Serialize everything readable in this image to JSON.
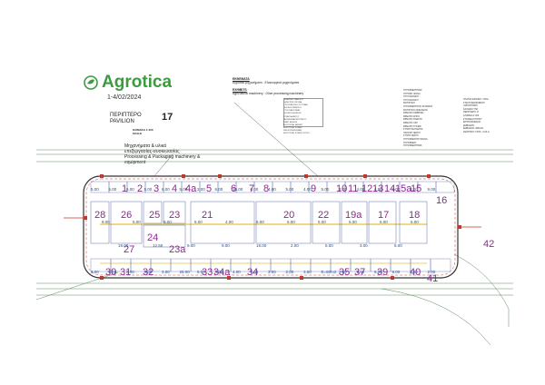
{
  "brand": {
    "name": "Agrotica",
    "date": "1-4/02/2024",
    "color": "#3a9b3f"
  },
  "pavilion": {
    "label_gr": "ΠΕΡΙΠΤΕΡΟ",
    "label_en": "PAVILION",
    "number": "17",
    "scale_gr": "ΚΛΙΜΑΚΑ 1:400",
    "scale_en": "SCALE",
    "desc_gr_1": "Μηχανήματα & υλικά",
    "desc_gr_2": "επεξεργασίας-συσκευασίας",
    "desc_en": "Processing & Packaging machinery & equipment"
  },
  "exhibits": {
    "heading_gr": "ΕΚΘΕΜΑΤΑ",
    "line_gr": "Αγροτικά μηχανήματα - Ελαιουργικά μηχανήματα",
    "heading_en": "EXHIBITS",
    "line_en": "Agricultural machinery - Olive processing machinery"
  },
  "legend_mid": [
    "ΕΝΔΕΙΞΕΙΣ ΠΑΒΙΛΙΟΝ",
    "ΗΛΕΚΤΡΙΚΟ ΡΕΥΜΑ",
    "ΠΥΡΟΣΒΕΣΤΙΚΟ ΣΥΣΤΗΜΑ",
    "ΕΞΟΔΟΣ ΚΙΝΔΥΝΟΥ",
    "ΠΥΡΟΣΒΕΣΤΗΡΑΣ",
    "ΕΞΟΔΟΣ ΕΚΘΕΤΩΝ"
  ],
  "legend_mid2": [
    "ΣΥΜΒΟΛΑ ΕΝΤΟΣ",
    "ΠΕΡΙΦΕΡΕΙΑ ΠΕΡΙΠΤΕΡΟΥ",
    "ΣΤΑΝΤ ΕΚΘΕΤΗ",
    "ELECTRICAL FEEDER",
    "ELECTRICAL POWER",
    "FIRE EXTINGUISHER",
    "ELECTRICAL POWER OUTLET"
  ],
  "legend_right": [
    "ΠΥΡΟΣΒΕΣΤΗΡΑΣ",
    "ΠΥΡΟΣΒ. ΦΩΛΙΑ",
    "ΠΥΛΗ ΕΙΣΟΔΟΥ",
    "ΠΥΛΗ ΕΞΟΔΟΥ",
    "ΦΩΤΙΣΤΙΚΟ",
    "ΠΥΡΟΣΒΕΣΤΙΚΟΣ ΣΤΑΘΜΟΣ",
    "ΦΩΤΙΣΤΙΚΟ ΑΣΦΑΛΕΙΑΣ",
    "ΦΡΕΑΤΙΟ ΟΜΒΡΙΩΝ",
    "ΦΡΕΑΤΙΟ ΑΠΟΧ.",
    "ΦΡΕΑΤΙΟ ΗΛΕΚΤΡ.",
    "ΦΡΕΑΤΙΟ ΥΔΡ.",
    "ΦΡΕΑΤΙΟ ΤΗΛΕΦ.",
    "ΣΤΗΛΗ ΡΕΥΜΑΤΟΣ",
    "ΠΑΡΟΧΗ ΝΕΡΟΥ",
    "ΣΤΗΛΗ ΝΕΡΟΥ",
    "ΠΥΡΟΣΒΕΣΤΙΚΗ ΦΩΛΙΑ",
    "ΠΥΡΟΣΒΕΣΤ. ΠΥΡΟΣΒΕΣΤΗΡΑΣ"
  ],
  "legend_far": [
    "ΠΛΑΤΟΣ ΕΙΣΟΔΟΥ 4.50m",
    "ΣΤΑΣΗ ΛΕΩΦΟΡΕΙΟΥ",
    "ΥΔΡΟΣΤΟΜΙΟ",
    "ΚΑΛΩΔΙΟ ΤΗΛ.",
    "ΠΕΡΙΠΤΕΡΟ 17",
    "ΚΛΙΜΑΚΑ 1:400",
    "ΣΤΟΙΧΕΙΑ ΚΤΙΡΙΟΥ",
    "ΕΚΤΡΟΦΟΔΟΣΙΑ",
    "ΕΜΒΑΔΟΝ",
    "ΕΜΒΑΔΟΝ: 3600,00",
    "ΚΕΝΤΡΙΚΟ ΥΨΟΣ : 6.00 m"
  ],
  "stands": [
    {
      "id": "28"
    },
    {
      "id": "26"
    },
    {
      "id": "25"
    },
    {
      "id": "23"
    },
    {
      "id": "21"
    },
    {
      "id": "20"
    },
    {
      "id": "22"
    },
    {
      "id": "19a"
    },
    {
      "id": "17"
    },
    {
      "id": "18"
    },
    {
      "id": "27"
    },
    {
      "id": "24"
    },
    {
      "id": "23a"
    },
    {
      "id": "16"
    },
    {
      "id": "1"
    },
    {
      "id": "2"
    },
    {
      "id": "3"
    },
    {
      "id": "4"
    },
    {
      "id": "4a"
    },
    {
      "id": "5"
    },
    {
      "id": "6"
    },
    {
      "id": "7"
    },
    {
      "id": "8"
    },
    {
      "id": "9"
    },
    {
      "id": "10"
    },
    {
      "id": "11"
    },
    {
      "id": "12"
    },
    {
      "id": "13"
    },
    {
      "id": "14"
    },
    {
      "id": "15a"
    },
    {
      "id": "15"
    },
    {
      "id": "30"
    },
    {
      "id": "31"
    },
    {
      "id": "32"
    },
    {
      "id": "33"
    },
    {
      "id": "34a"
    },
    {
      "id": "34"
    },
    {
      "id": "35"
    },
    {
      "id": "37"
    },
    {
      "id": "39"
    },
    {
      "id": "40"
    },
    {
      "id": "41"
    },
    {
      "id": "42"
    }
  ],
  "dimensions": [
    "5.00",
    "5.00",
    "6.00",
    "5.00",
    "6.00",
    "5.00",
    "3.00",
    "6.00",
    "16.00",
    "6.00",
    "4.00",
    "5.00",
    "4.00",
    "5.00",
    "3.00",
    "4.00",
    "4.00",
    "8.00",
    "4.00",
    "9.00",
    "9.00",
    "5.00",
    "9.00",
    "6.00",
    "4.00",
    "6.00",
    "5.00",
    "5.00",
    "5.00",
    "6.00",
    "6.00",
    "19.00",
    "12.50",
    "9.00",
    "9.00",
    "19.00",
    "2.00",
    "5.00",
    "3.00",
    "6.00",
    "6.00",
    "5.00",
    "6.00",
    "5.00",
    "3.00",
    "25.00",
    "5.00",
    "5.00",
    "4.00",
    "4.00",
    "3.00",
    "2.00",
    "3.50",
    "E=60m2",
    "2.00",
    "2.50",
    "6.00",
    "9.00",
    "2.00",
    "2.00"
  ],
  "colors": {
    "stand_number": "#8b2a8b",
    "dimension": "#1f4e8c",
    "wall": "#c0392b",
    "corridor": "#e8c13a",
    "ground_line": "#5a8a5a"
  }
}
